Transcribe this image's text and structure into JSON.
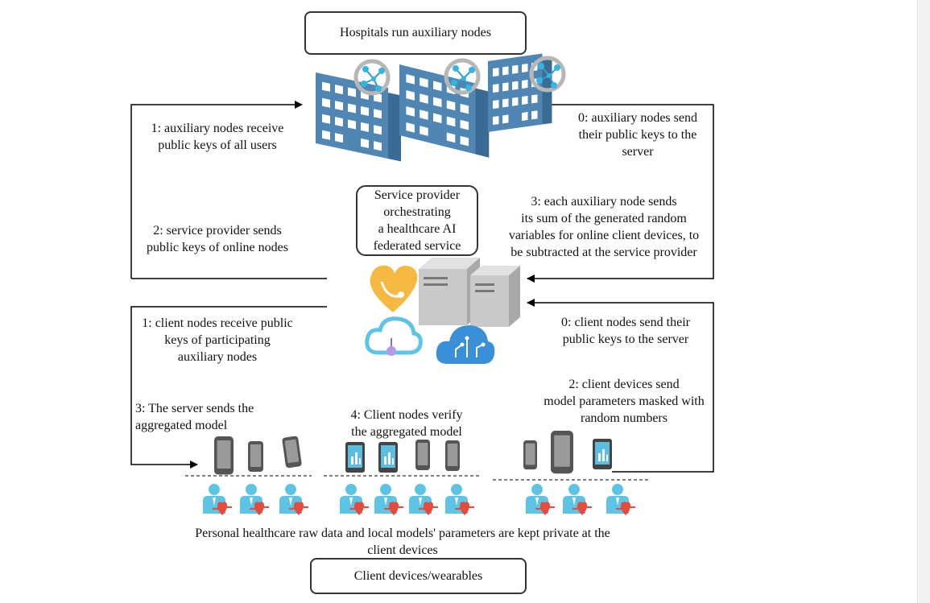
{
  "boxes": {
    "hospitals": "Hospitals run auxiliary nodes",
    "service_provider": "Service provider\norchestrating\na healthcare AI\nfederated service",
    "client_devices": "Client devices/wearables"
  },
  "labels": {
    "left_1_aux": "1: auxiliary nodes receive\npublic keys of all users",
    "left_2_sp": "2: service provider sends\npublic keys of online nodes",
    "left_1_client": "1: client nodes receive public\nkeys of participating\nauxiliary nodes",
    "left_3_server": "3: The server sends the\naggregated model",
    "right_0_aux": "0: auxiliary nodes send\ntheir public keys to the\nserver",
    "right_3_aux": "3: each auxiliary node sends\nits sum of the generated random\nvariables for online client devices, to\nbe subtracted at the service provider",
    "right_0_client": "0: client nodes send their\npublic keys to the server",
    "right_2_client": "2: client devices send\nmodel parameters masked with\nrandom numbers",
    "center_4_verify": "4: Client nodes verify\nthe aggregated model",
    "bottom_note": "Personal healthcare raw data and local models' parameters are kept private at the\nclient devices"
  },
  "icons": [
    "hospital-building-icon",
    "network-node-icon",
    "heart-stethoscope-icon",
    "server-icon",
    "cloud-icon",
    "cloud-circuit-icon",
    "smartphone-icon",
    "patient-heartbeat-icon"
  ],
  "colors": {
    "building": "#4f86b3",
    "building_dark": "#3a6b94",
    "accent_blue": "#35b6e0",
    "heart": "#f5b942",
    "server": "#c9c9c9",
    "patient": "#5ec4e6",
    "heartbeat": "#e84b3a"
  }
}
